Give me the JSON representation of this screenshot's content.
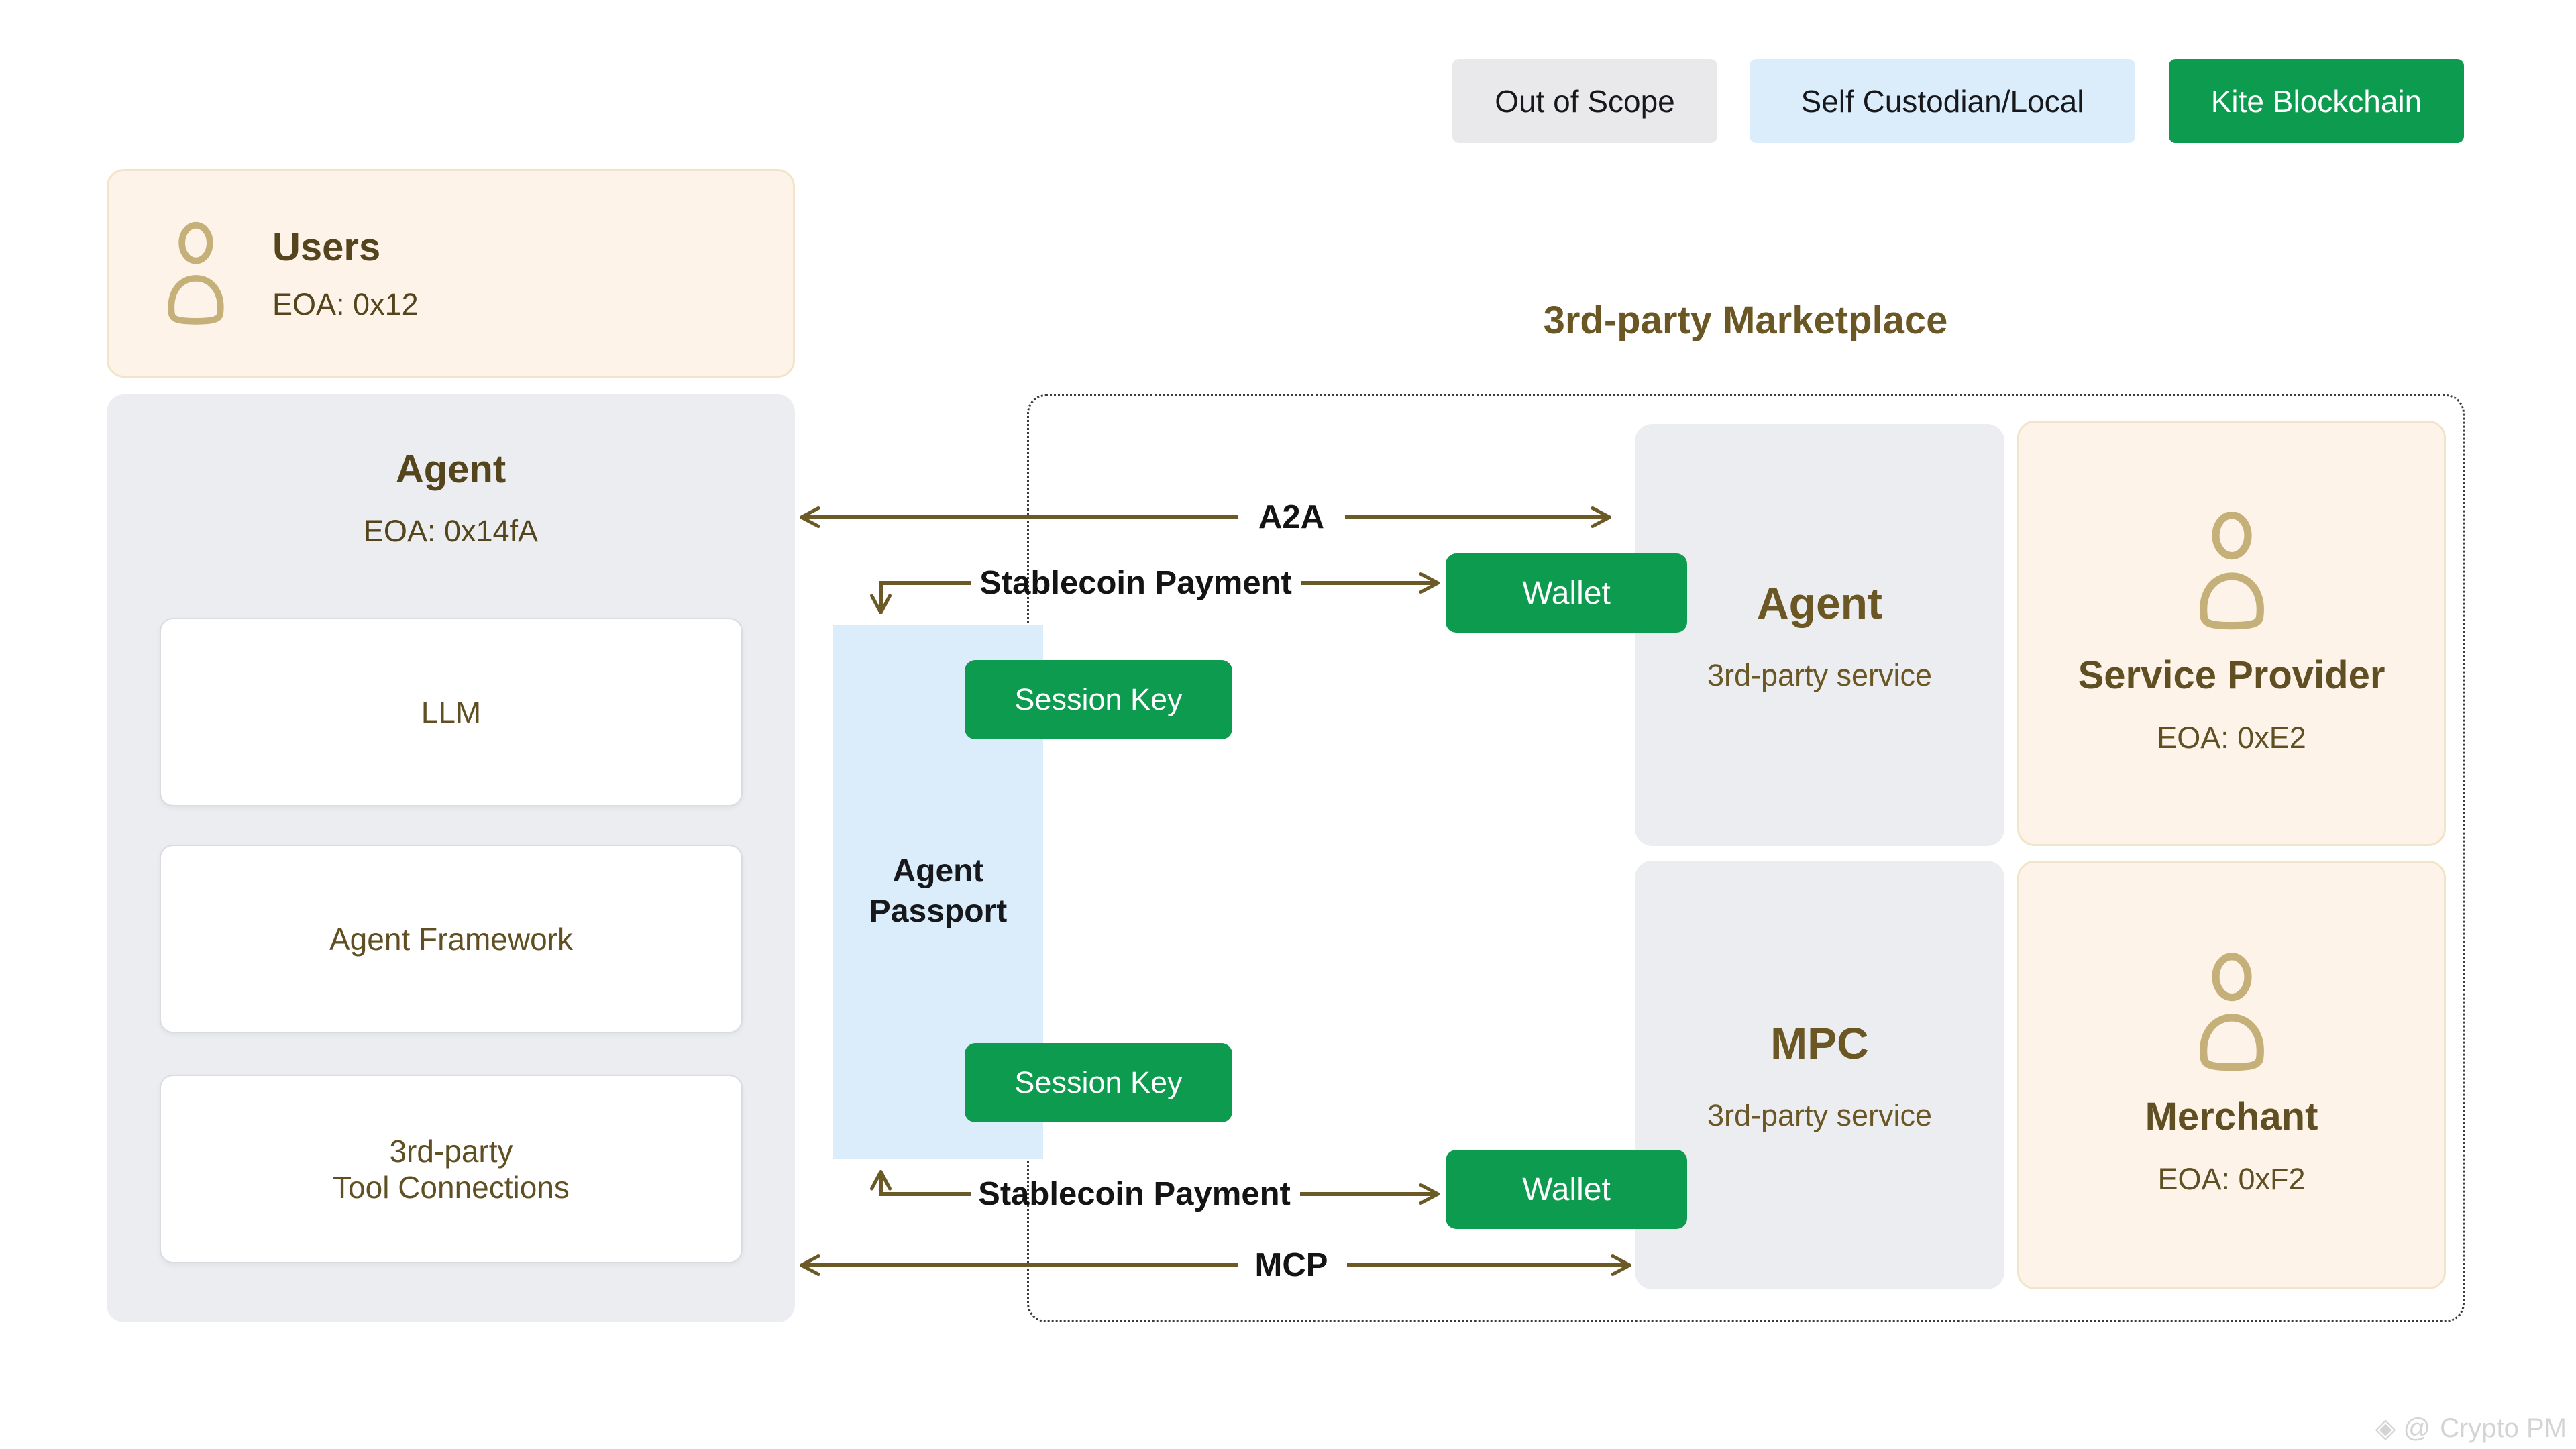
{
  "legend": {
    "out_of_scope": "Out of Scope",
    "self_custodian": "Self Custodian/Local",
    "kite_blockchain": "Kite Blockchain"
  },
  "users_card": {
    "title": "Users",
    "eoa": "EOA: 0x12",
    "icon": "person-outline-icon"
  },
  "agent_card": {
    "title": "Agent",
    "eoa": "EOA: 0x14fA",
    "components": [
      "LLM",
      "Agent Framework",
      "3rd-party\nTool Connections"
    ]
  },
  "passport": {
    "label": "Agent\nPassport",
    "session_key_top": "Session Key",
    "session_key_bottom": "Session Key"
  },
  "wallets": {
    "top": "Wallet",
    "bottom": "Wallet"
  },
  "arrows": {
    "a2a": "A2A",
    "mcp": "MCP",
    "stablecoin_top": "Stablecoin Payment",
    "stablecoin_bottom": "Stablecoin Payment"
  },
  "marketplace": {
    "title": "3rd-party Marketplace",
    "agent": {
      "title": "Agent",
      "subtitle": "3rd-party service"
    },
    "service_provider": {
      "title": "Service Provider",
      "eoa": "EOA: 0xE2",
      "icon": "person-outline-icon"
    },
    "mpc": {
      "title": "MPC",
      "subtitle": "3rd-party service"
    },
    "merchant": {
      "title": "Merchant",
      "eoa": "EOA: 0xF2",
      "icon": "person-outline-icon"
    }
  },
  "watermark": {
    "icons": "◈ @",
    "text": "Crypto PM"
  },
  "colors": {
    "kite_green": "#0d9b50",
    "custodian_blue": "#dbedfb",
    "out_of_scope_gray": "#e9e9ec",
    "card_gray": "#ebedf0",
    "card_cream": "#fdf3e8",
    "cream_border": "#f2e4c9",
    "olive_text": "#5f4f22",
    "arrow_olive": "#6b5a25",
    "tan_icon": "#c4b078"
  }
}
